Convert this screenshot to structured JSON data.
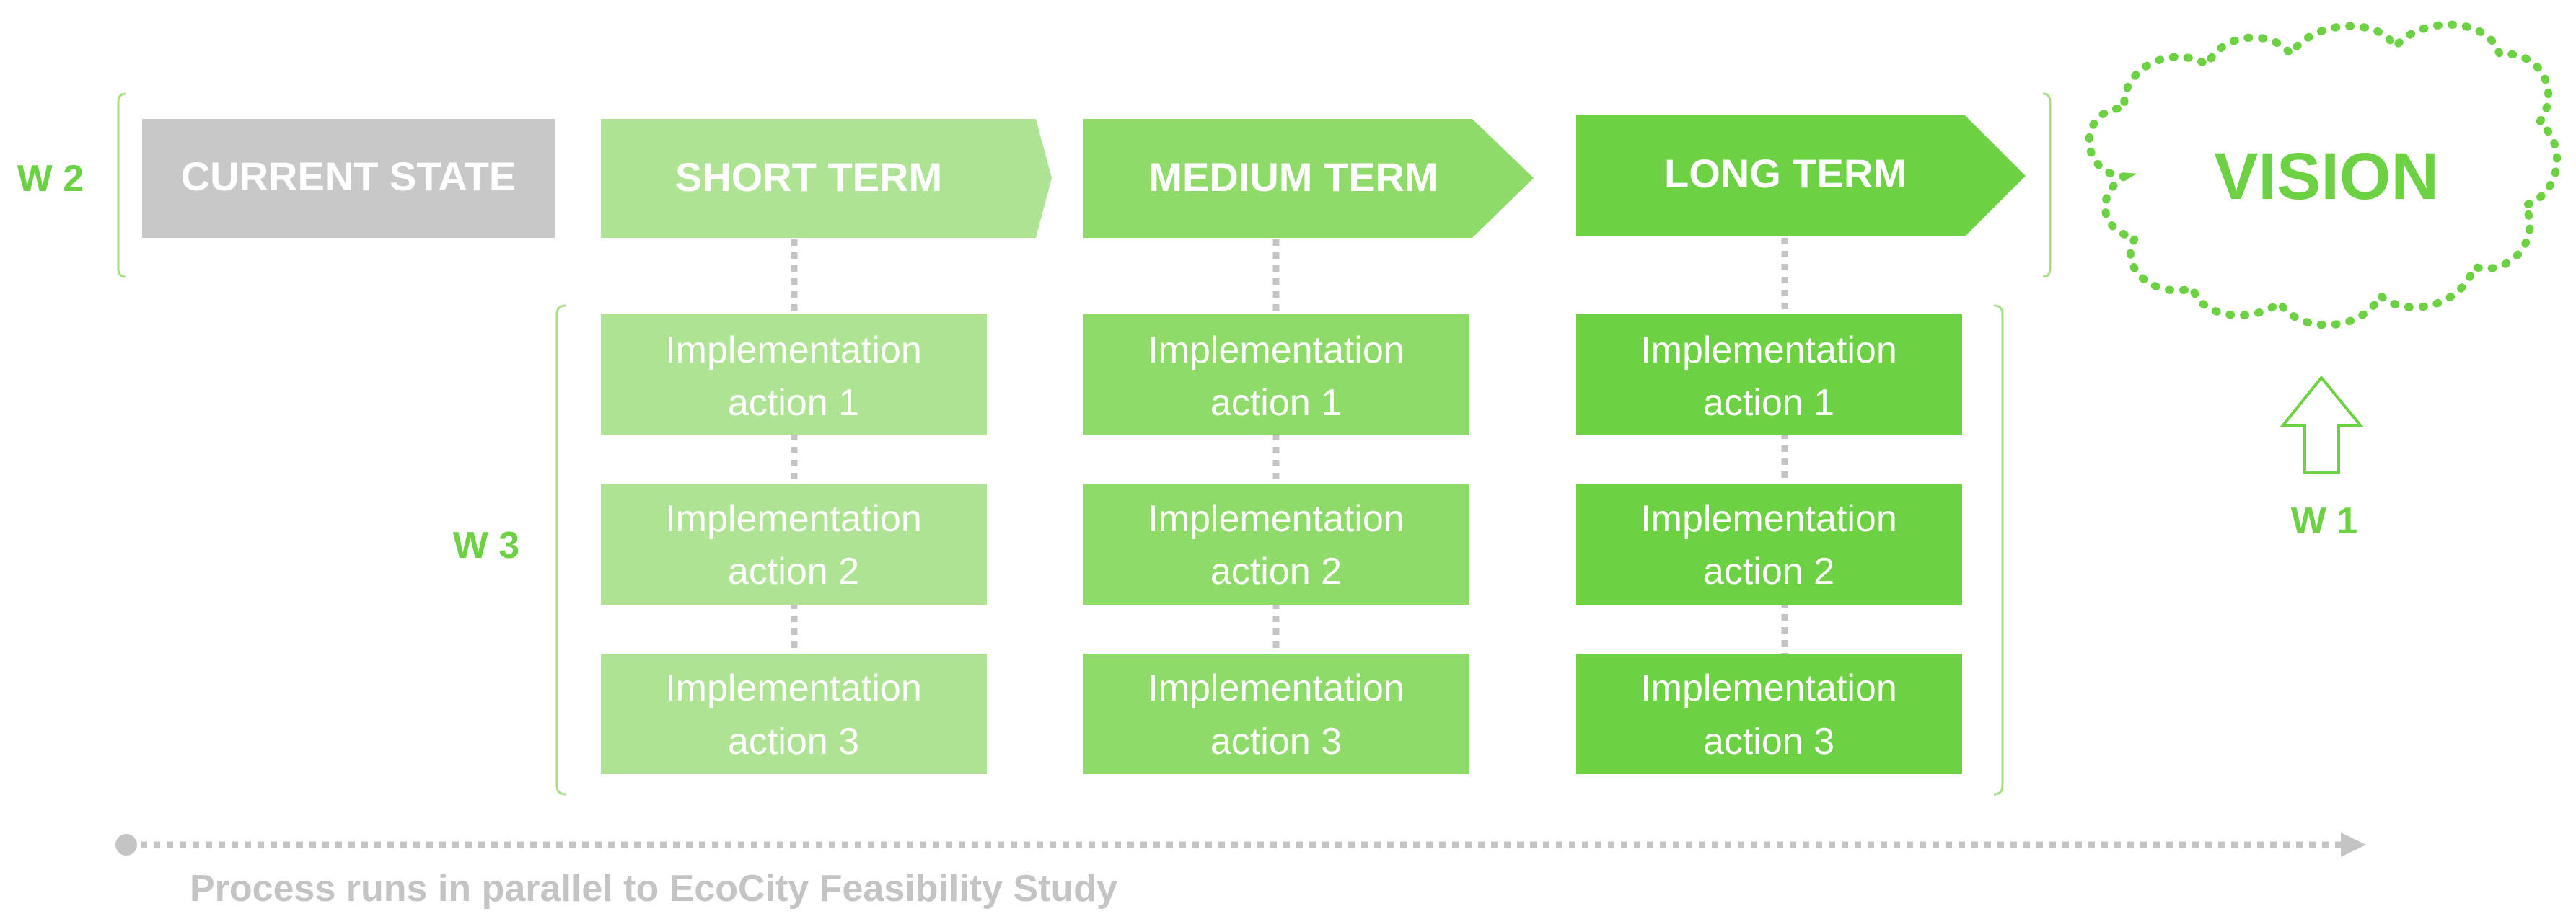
{
  "labels": {
    "w2": "W 2",
    "w3": "W 3",
    "w1": "W 1"
  },
  "stages": {
    "current": "CURRENT STATE",
    "short": "SHORT TERM",
    "medium": "MEDIUM TERM",
    "long": "LONG TERM"
  },
  "vision": "VISION",
  "actions": {
    "short": [
      {
        "line1": "Implementation",
        "line2": "action 1"
      },
      {
        "line1": "Implementation",
        "line2": "action 2"
      },
      {
        "line1": "Implementation",
        "line2": "action 3"
      }
    ],
    "medium": [
      {
        "line1": "Implementation",
        "line2": "action 1"
      },
      {
        "line1": "Implementation",
        "line2": "action 2"
      },
      {
        "line1": "Implementation",
        "line2": "action 3"
      }
    ],
    "long": [
      {
        "line1": "Implementation",
        "line2": "action 1"
      },
      {
        "line1": "Implementation",
        "line2": "action 2"
      },
      {
        "line1": "Implementation",
        "line2": "action 3"
      }
    ]
  },
  "footer": "Process runs in parallel to EcoCity Feasibility Study",
  "colors": {
    "current": "#c8c8c8",
    "short": "#aee394",
    "medium": "#8fdb6a",
    "long": "#6cd143",
    "accent": "#6cd143",
    "connector": "#c4c4c4"
  }
}
